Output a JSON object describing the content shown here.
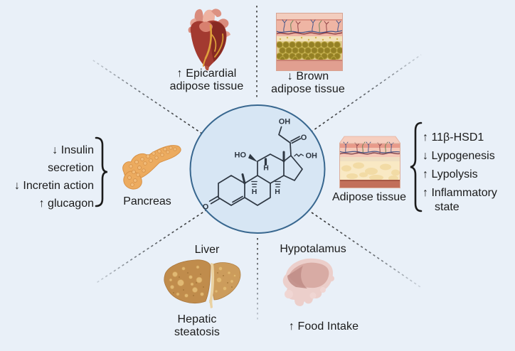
{
  "figure": {
    "background_color": "#e9f0f8",
    "text_color": "#1b1b1b",
    "center_circle": {
      "fill": "#d7e6f4",
      "stroke": "#38678f"
    },
    "molecule": {
      "labels": {
        "oh_top": "OH",
        "o_sidechain": "O",
        "ho_c11": "HO",
        "oh_c17": "OH",
        "o_c3": "O",
        "h_c8": "H",
        "h_c9": "H",
        "h_c14": "H"
      }
    },
    "nodes": {
      "heart": {
        "caption_lines": [
          "↑ Epicardial",
          "adipose tissue"
        ]
      },
      "brown_adipose": {
        "caption_lines": [
          "↓ Brown",
          "adipose tissue"
        ]
      },
      "pancreas": {
        "label": "Pancreas",
        "effect_lines": [
          "↓ Insulin",
          "secretion",
          "↓ Incretin action",
          "↑ glucagon"
        ]
      },
      "adipose": {
        "label": "Adipose tissue",
        "effect_lines": [
          "↑ 11β-HSD1",
          "↓ Lypogenesis",
          "↑ Lypolysis",
          "↑ Inflammatory",
          "state"
        ]
      },
      "liver": {
        "label": "Liver",
        "caption_lines": [
          "Hepatic",
          "steatosis"
        ]
      },
      "hypothalamus": {
        "label": "Hypotalamus",
        "caption": "↑ Food Intake"
      }
    }
  }
}
